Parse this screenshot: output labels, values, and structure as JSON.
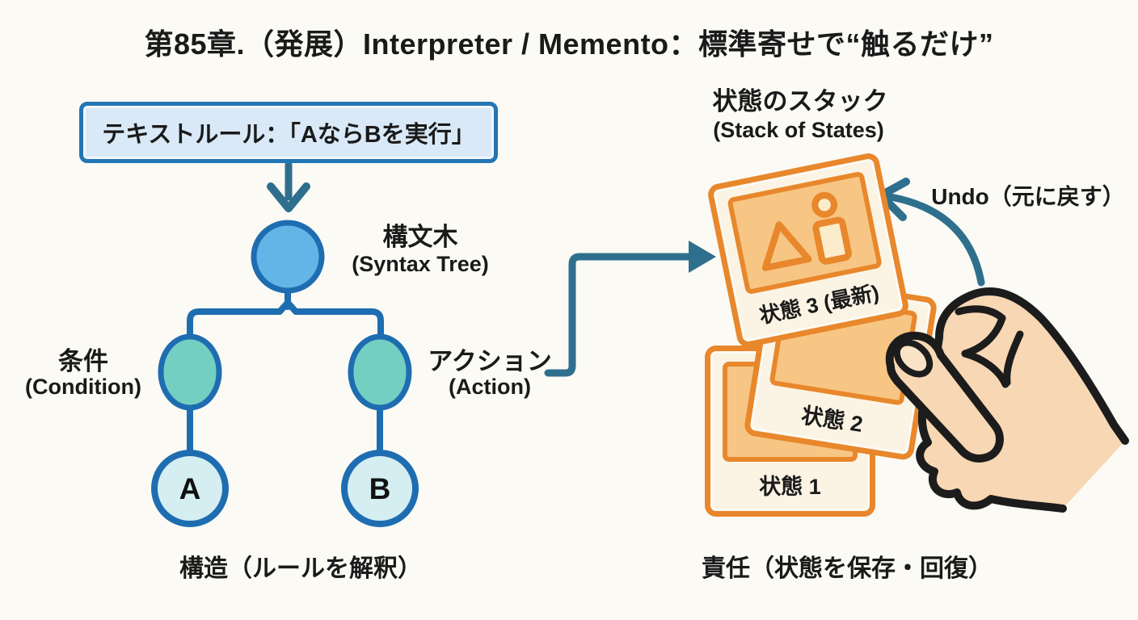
{
  "header": {
    "title": "第85章.（発展）Interpreter / Memento：標準寄せで“触るだけ”"
  },
  "interpreter": {
    "rule_box_label": "テキストルール：「AならBを実行」",
    "syntax_tree_jp": "構文木",
    "syntax_tree_en": "(Syntax Tree)",
    "condition_jp": "条件",
    "condition_en": "(Condition)",
    "action_jp": "アクション",
    "action_en": "(Action)",
    "leaf_a": "A",
    "leaf_b": "B",
    "caption": "構造（ルールを解釈）"
  },
  "memento": {
    "stack_jp": "状態のスタック",
    "stack_en": "(Stack of States)",
    "cards": [
      {
        "label": "状態 1"
      },
      {
        "label": "状態 2"
      },
      {
        "label": "状態 3 (最新)"
      }
    ],
    "undo_label": "Undo（元に戻す）",
    "caption": "責任（状態を保存・回復）"
  },
  "colors": {
    "background": "#fbfaf5",
    "ink": "#1a1a1a",
    "tree_stroke_blue": "#1f6db1",
    "root_node_fill": "#63b5e7",
    "child_node_fill": "#74cfc3",
    "leaf_node_fill": "#d5eef1",
    "rule_box_fill": "#d9e9f7",
    "rule_box_border": "#2376b4",
    "arrow_teal": "#2f6f8e",
    "card_orange": "#e8872b",
    "card_fill": "#fbf4e4",
    "photo_fill": "#f7c685",
    "hand_skin": "#f8d7b4",
    "hand_outline": "#1c1c1c"
  }
}
